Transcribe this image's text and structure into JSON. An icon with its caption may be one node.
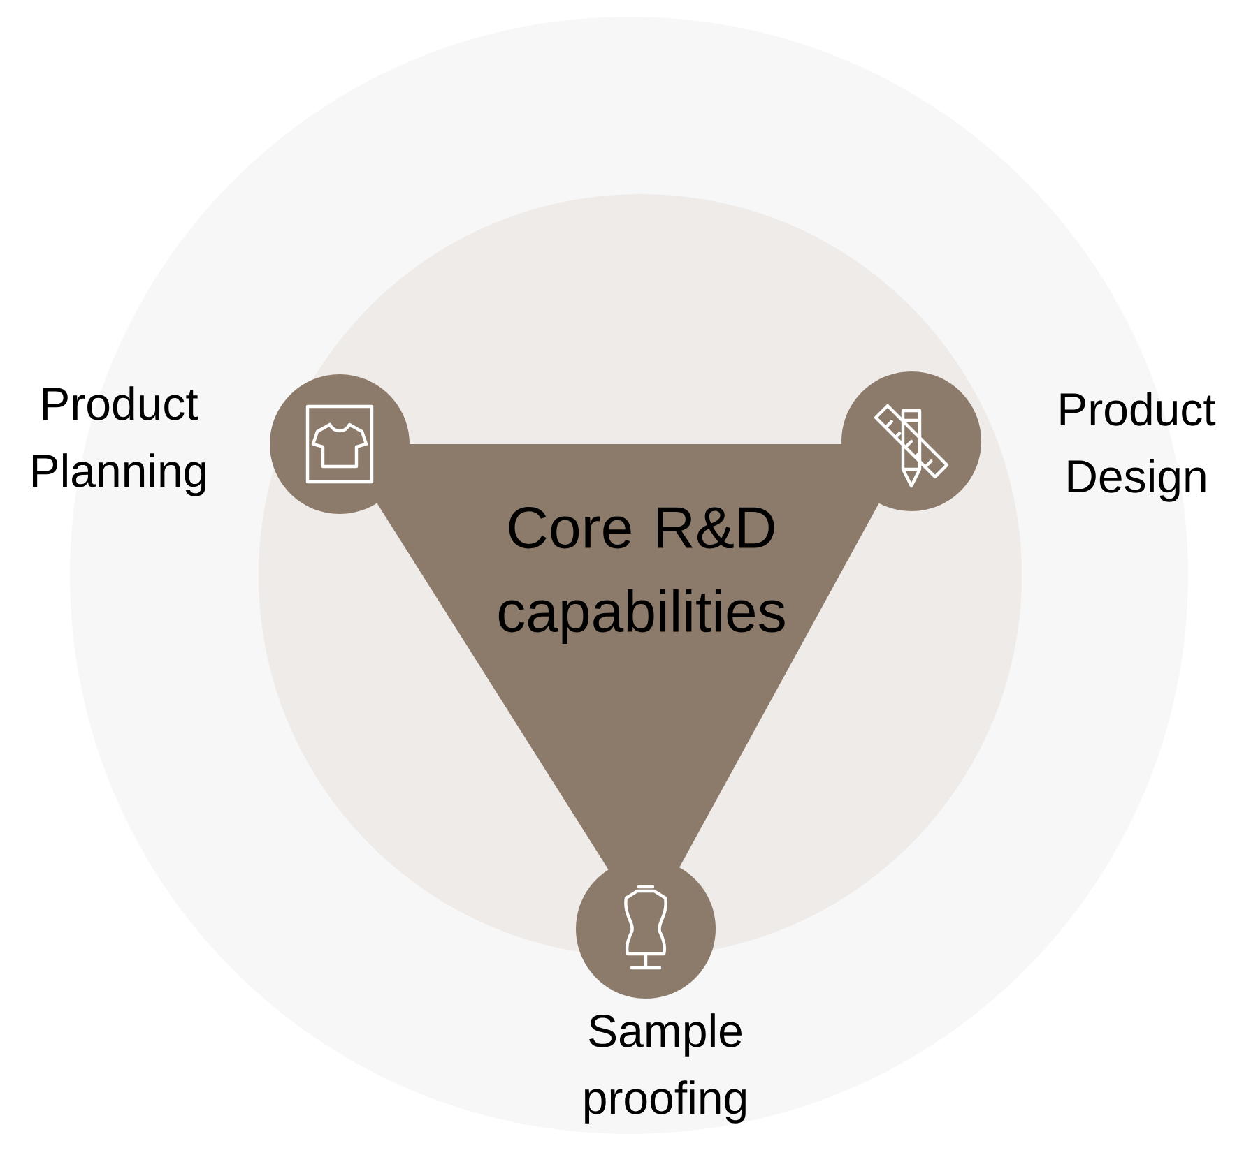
{
  "diagram": {
    "nodes": [
      {
        "text": [
          "Core R&D capabilities"
        ]
      },
      {
        "text": [],
        "shape": "circle",
        "beside": [
          "Product Planning"
        ]
      },
      {
        "text": [],
        "shape": "circle",
        "beside": [
          "Product Design"
        ]
      },
      {
        "text": [],
        "shape": "circle",
        "beside": [
          "Sample proofing"
        ]
      }
    ]
  }
}
